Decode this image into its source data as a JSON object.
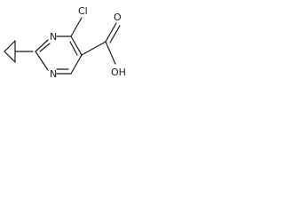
{
  "molecule": {
    "atoms": {
      "nitrogen_top": "N",
      "nitrogen_bottom": "N",
      "chlorine": "Cl",
      "carbonyl_oxygen": "O",
      "hydroxyl": "OH"
    },
    "colors": {
      "bond": "#1a1a1a",
      "label": "#1a1a1a",
      "background": "#ffffff"
    }
  }
}
